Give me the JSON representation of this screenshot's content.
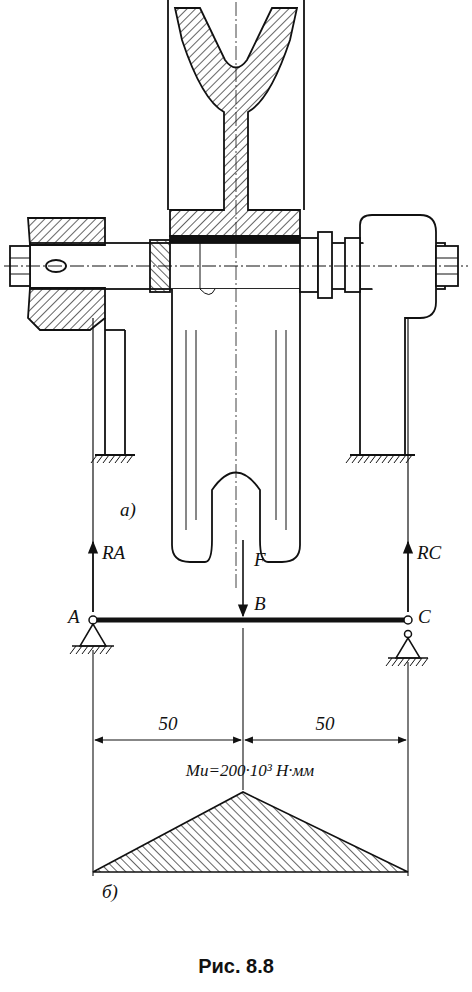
{
  "diagram": {
    "caption": "Рис. 8.8",
    "labels": [
      "а)",
      "F",
      "RA",
      "B",
      "A",
      "RC",
      "C",
      "50",
      "50",
      "Mи=200·10³ Н·мм",
      "б)"
    ]
  }
}
